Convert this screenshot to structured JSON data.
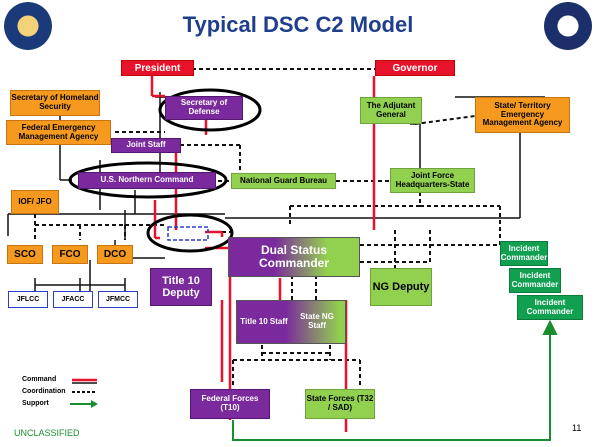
{
  "title": "Typical DSC C2 Model",
  "nodes": {
    "president": "President",
    "governor": "Governor",
    "sec_homeland": "Secretary of Homeland Security",
    "fema": "Federal Emergency Management Agency",
    "sec_defense": "Secretary of Defense",
    "joint_staff": "Joint Staff",
    "northcom": "U.S. Northern Command",
    "adjutant": "The Adjutant General",
    "state_ema": "State/ Territory Emergency Management Agency",
    "ngb": "National Guard Bureau",
    "jfhq": "Joint Force Headquarters-State",
    "iof": "IOF/ JFO",
    "sco": "SCO",
    "fco": "FCO",
    "dco": "DCO",
    "jflcc": "JFLCC",
    "jfacc": "JFACC",
    "jfmcc": "JFMCC",
    "dsc": "Dual Status Commander",
    "title10_deputy": "Title 10 Deputy",
    "ng_deputy": "NG Deputy",
    "title10_staff": "Title 10 Staff",
    "state_ng_staff": "State NG Staff",
    "federal_forces": "Federal Forces (T10)",
    "state_forces": "State Forces (T32 / SAD)",
    "incident_cmdr_1": "Incident Commander",
    "incident_cmdr_2": "Incident Commander",
    "incident_cmdr_3": "Incident Commander"
  },
  "legend": {
    "command": "Command",
    "coordination": "Coordination",
    "support": "Support"
  },
  "footer": {
    "classification": "UNCLASSIFIED",
    "page_number": "11"
  },
  "colors": {
    "command_line": "#e8132a",
    "coordination_line": "#000000",
    "support_line": "#1a8d2e",
    "federal": "#7a2a9c",
    "state": "#92d050",
    "title": "#1f3e8c"
  }
}
